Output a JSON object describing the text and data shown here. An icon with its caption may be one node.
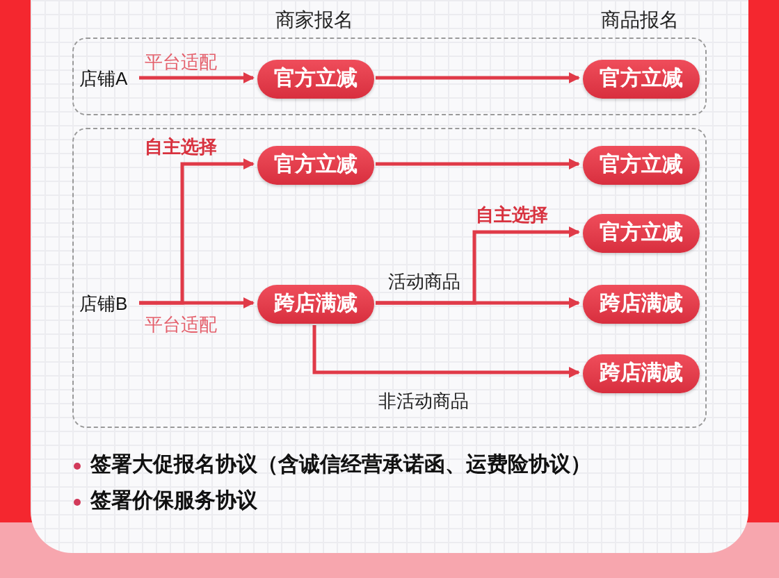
{
  "diagram": {
    "nodes": [
      {
        "text": [],
        "shape": "box"
      },
      {
        "text": [
          "店铺A"
        ],
        "in": 0
      },
      {
        "text": [
          "官方立减"
        ],
        "in": 0
      },
      {
        "text": [
          "官方立减"
        ],
        "in": 0
      },
      {
        "text": [],
        "shape": "box"
      },
      {
        "text": [
          "官方立减"
        ],
        "in": 4
      },
      {
        "text": [
          "官方立减"
        ],
        "in": 4
      },
      {
        "text": [
          "官方立减"
        ],
        "in": 4
      },
      {
        "text": [
          "店铺B"
        ],
        "in": 4
      },
      {
        "text": [
          "跨店满减"
        ],
        "in": 4
      },
      {
        "text": [
          "跨店满减"
        ],
        "in": 4
      },
      {
        "text": [
          "跨店满减"
        ],
        "in": 4
      }
    ],
    "edges": [
      {
        "from": 1,
        "to": 2,
        "arrow": "to",
        "label": "平台适配"
      },
      {
        "from": 2,
        "to": 3,
        "arrow": "to"
      },
      {
        "from": 8,
        "to": 5,
        "arrow": "to",
        "label": "自主选择"
      },
      {
        "from": 8,
        "to": 9,
        "arrow": "to",
        "label": "平台适配"
      },
      {
        "from": 5,
        "to": 6,
        "arrow": "to"
      },
      {
        "from": 9,
        "to": 7,
        "arrow": "to",
        "label": "自主选择"
      },
      {
        "from": 9,
        "to": 10,
        "arrow": "to",
        "label": "活动商品"
      },
      {
        "from": 9,
        "to": 11,
        "arrow": "to",
        "label": "非活动商品"
      }
    ],
    "labels": [
      "商家报名",
      "商品报名",
      "签署大促报名协议（含诚信经营承诺函、运费险协议）",
      "签署价保服务协议"
    ]
  }
}
